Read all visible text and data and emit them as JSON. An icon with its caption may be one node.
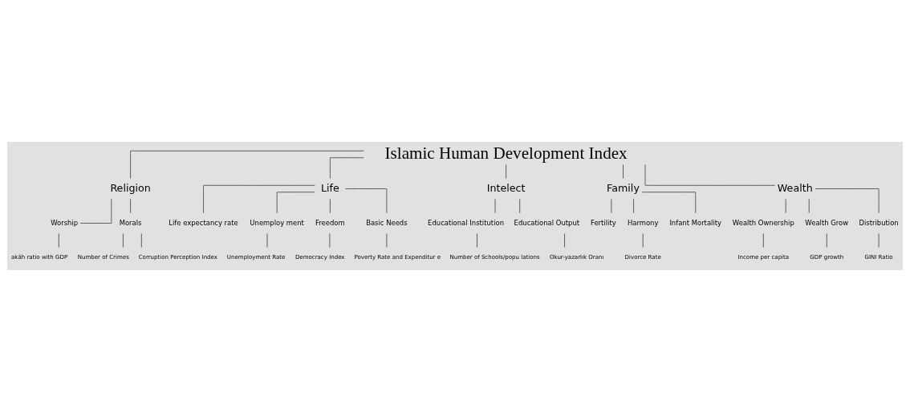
{
  "diagram": {
    "nodes": [
      {
        "text": [
          "Islamic Human Development Index"
        ]
      },
      {
        "text": [
          "Religion"
        ]
      },
      {
        "text": [
          "Life"
        ]
      },
      {
        "text": [
          "Intelect"
        ]
      },
      {
        "text": [
          "Family"
        ]
      },
      {
        "text": [
          "Wealth"
        ]
      },
      {
        "text": [
          "Worship"
        ]
      },
      {
        "text": [
          "Morals"
        ]
      },
      {
        "text": [
          "akāh ratio with GDP"
        ]
      },
      {
        "text": [
          "Number of Crimes"
        ]
      },
      {
        "text": [
          "Corruption Perception Index"
        ]
      },
      {
        "text": [
          "Life expectancy rate"
        ]
      },
      {
        "text": [
          "Unemploy ment"
        ]
      },
      {
        "text": [
          "Freedom"
        ]
      },
      {
        "text": [
          "Basic Needs"
        ]
      },
      {
        "text": [
          "Unemployment Rate"
        ]
      },
      {
        "text": [
          "Democracy Index"
        ]
      },
      {
        "text": [
          "Poverty Rate and Expenditur e"
        ]
      },
      {
        "text": [
          "Educational Institution"
        ]
      },
      {
        "text": [
          "Educational Output"
        ]
      },
      {
        "text": [
          "Number of Schools/popu lations"
        ]
      },
      {
        "text": [
          "Okur-yazarlık Oranı"
        ]
      },
      {
        "text": [
          "Fertility"
        ]
      },
      {
        "text": [
          "Harmony"
        ]
      },
      {
        "text": [
          "Infant Mortality"
        ]
      },
      {
        "text": [
          "Divorce Rate"
        ]
      },
      {
        "text": [
          "Wealth Ownership"
        ]
      },
      {
        "text": [
          "Wealth Grow"
        ]
      },
      {
        "text": [
          "Distribution"
        ]
      },
      {
        "text": [
          "Income per capita"
        ]
      },
      {
        "text": [
          "GDP growth"
        ]
      },
      {
        "text": [
          "GINI Ratio"
        ]
      }
    ],
    "edges": [
      {
        "from": 0,
        "to": 1,
        "arrow": "none"
      },
      {
        "from": 0,
        "to": 2,
        "arrow": "none"
      },
      {
        "from": 0,
        "to": 3,
        "arrow": "none"
      },
      {
        "from": 0,
        "to": 4,
        "arrow": "none"
      },
      {
        "from": 0,
        "to": 5,
        "arrow": "none"
      },
      {
        "from": 1,
        "to": 6,
        "arrow": "none"
      },
      {
        "from": 1,
        "to": 7,
        "arrow": "none"
      },
      {
        "from": 6,
        "to": 8,
        "arrow": "none"
      },
      {
        "from": 7,
        "to": 9,
        "arrow": "none"
      },
      {
        "from": 7,
        "to": 10,
        "arrow": "none"
      },
      {
        "from": 2,
        "to": 11,
        "arrow": "none"
      },
      {
        "from": 2,
        "to": 12,
        "arrow": "none"
      },
      {
        "from": 2,
        "to": 13,
        "arrow": "none"
      },
      {
        "from": 2,
        "to": 14,
        "arrow": "none"
      },
      {
        "from": 12,
        "to": 15,
        "arrow": "none"
      },
      {
        "from": 13,
        "to": 16,
        "arrow": "none"
      },
      {
        "from": 14,
        "to": 17,
        "arrow": "none"
      },
      {
        "from": 3,
        "to": 18,
        "arrow": "none"
      },
      {
        "from": 3,
        "to": 19,
        "arrow": "none"
      },
      {
        "from": 18,
        "to": 20,
        "arrow": "none"
      },
      {
        "from": 19,
        "to": 21,
        "arrow": "none"
      },
      {
        "from": 4,
        "to": 22,
        "arrow": "none"
      },
      {
        "from": 4,
        "to": 23,
        "arrow": "none"
      },
      {
        "from": 4,
        "to": 24,
        "arrow": "none"
      },
      {
        "from": 23,
        "to": 25,
        "arrow": "none"
      },
      {
        "from": 5,
        "to": 26,
        "arrow": "none"
      },
      {
        "from": 5,
        "to": 27,
        "arrow": "none"
      },
      {
        "from": 5,
        "to": 28,
        "arrow": "none"
      },
      {
        "from": 26,
        "to": 29,
        "arrow": "none"
      },
      {
        "from": 27,
        "to": 30,
        "arrow": "none"
      },
      {
        "from": 28,
        "to": 31,
        "arrow": "none"
      }
    ]
  }
}
